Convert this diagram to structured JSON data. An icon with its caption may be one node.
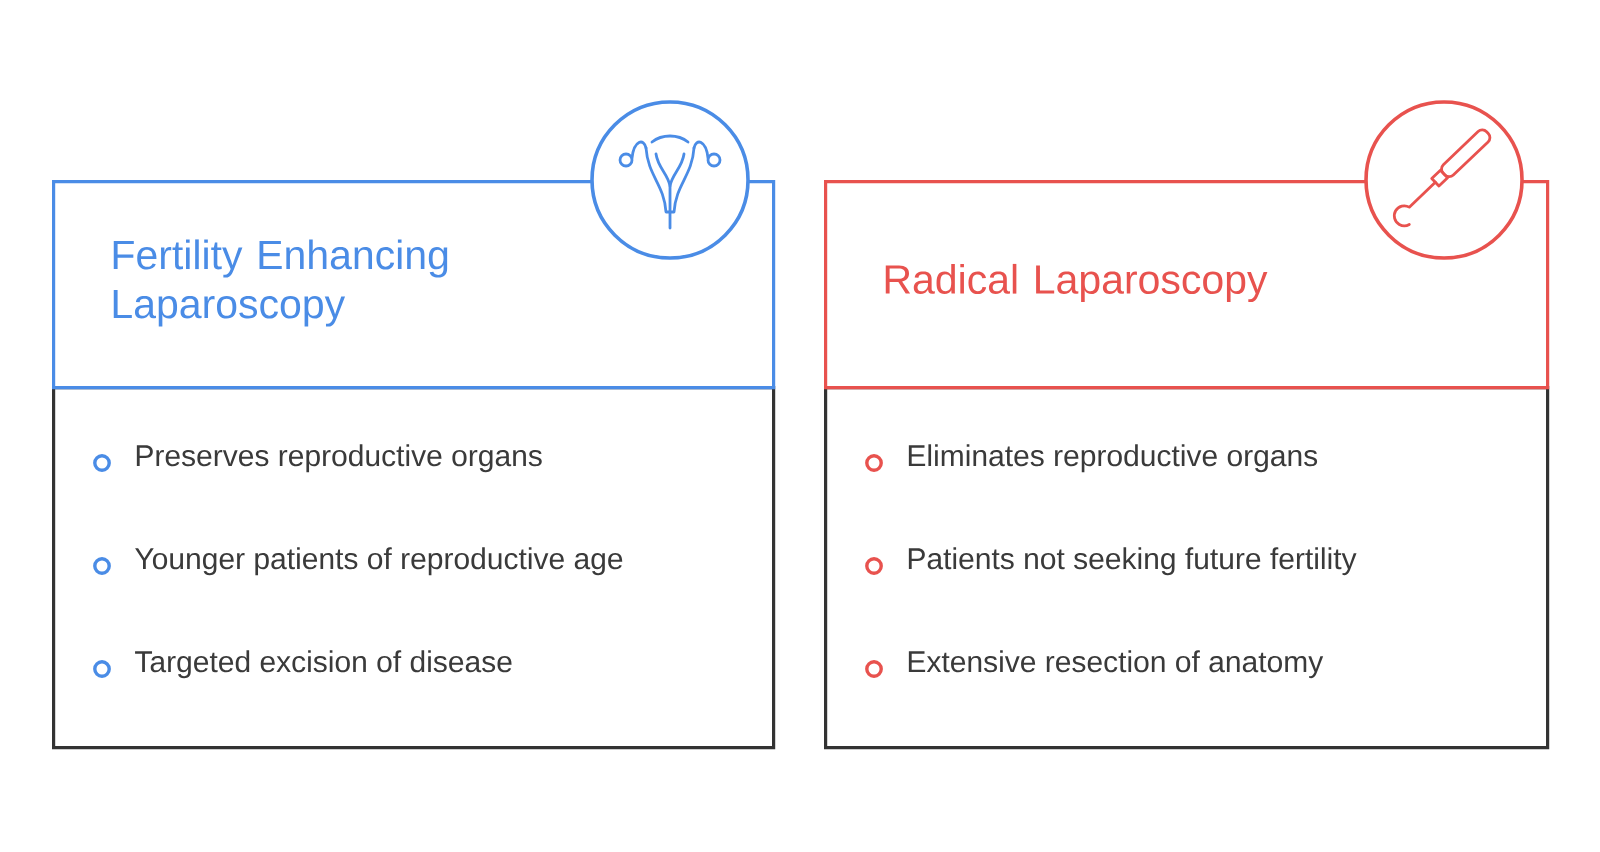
{
  "diagram": {
    "nodes": [
      {
        "text": [
          "Fertility Enhancing Laparoscopy"
        ]
      },
      {
        "text": [
          "Preserves reproductive organs",
          "Younger patients of reproductive age",
          "Targeted excision of disease"
        ]
      },
      {
        "text": [
          "Radical Laparoscopy"
        ]
      },
      {
        "text": [
          "Eliminates reproductive organs",
          "Patients not seeking future fertility",
          "Extensive resection of anatomy"
        ]
      }
    ]
  }
}
